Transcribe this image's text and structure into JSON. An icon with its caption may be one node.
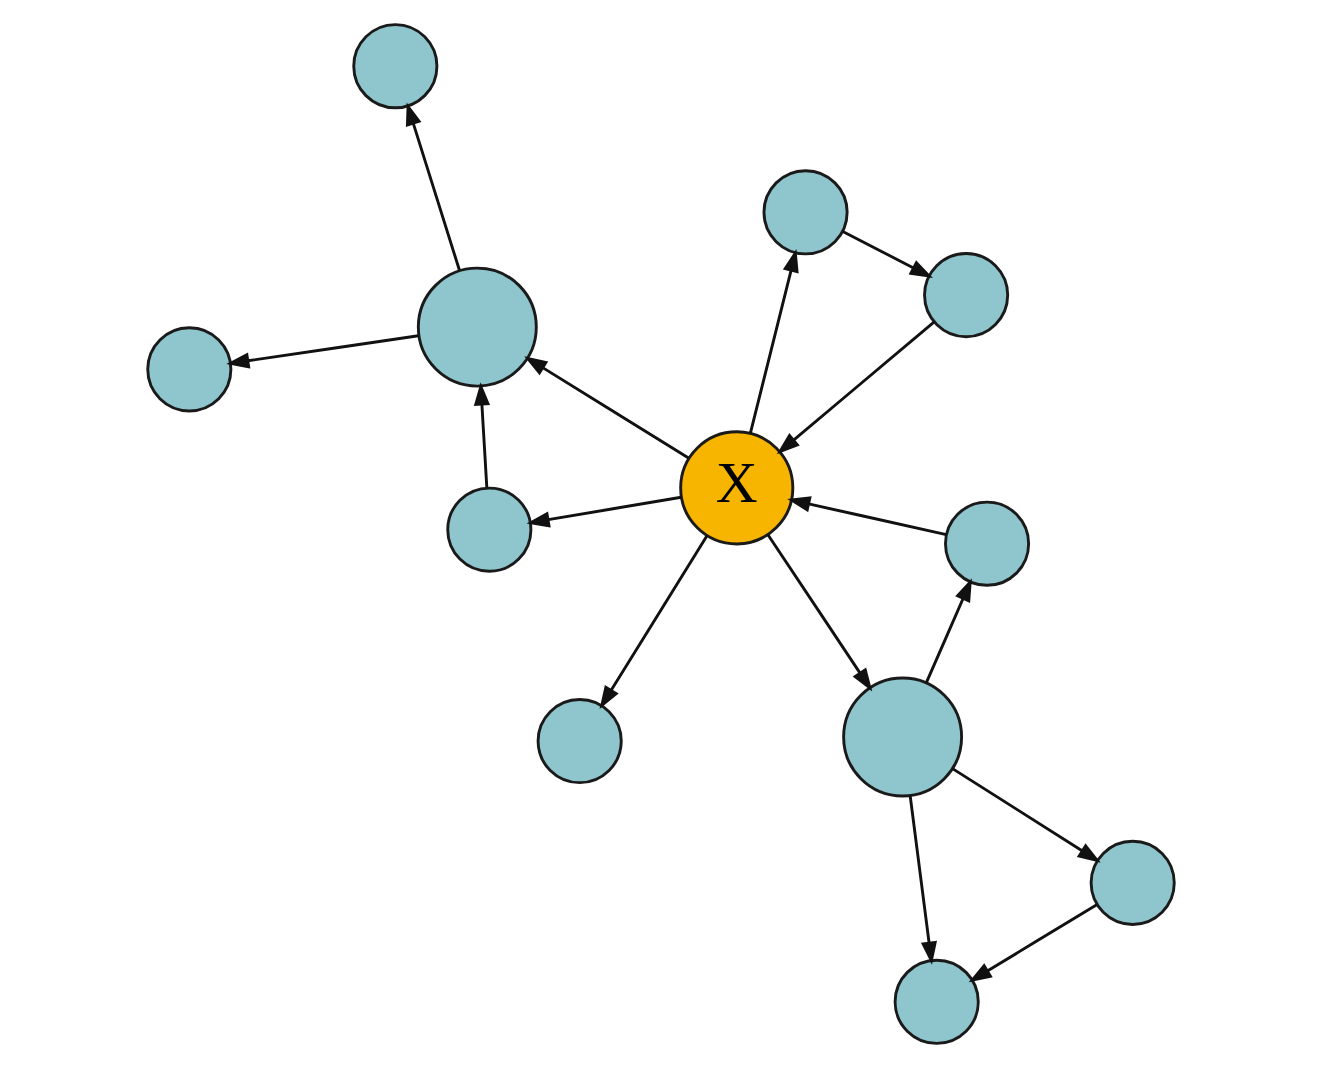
{
  "diagram": {
    "nodes": [
      {
        "text": [],
        "shape": "circle"
      },
      {
        "text": [],
        "shape": "circle"
      },
      {
        "text": [],
        "shape": "circle"
      },
      {
        "text": [],
        "shape": "circle"
      },
      {
        "text": [],
        "shape": "circle"
      },
      {
        "text": [
          "X"
        ]
      },
      {
        "text": [],
        "shape": "circle"
      },
      {
        "text": [],
        "shape": "circle"
      },
      {
        "text": [],
        "shape": "circle"
      },
      {
        "text": [],
        "shape": "circle"
      },
      {
        "text": [],
        "shape": "circle"
      },
      {
        "text": [],
        "shape": "circle"
      }
    ],
    "edges": [
      {
        "from": 4,
        "to": 1,
        "arrow": "to"
      },
      {
        "from": 1,
        "to": 5,
        "arrow": "to"
      },
      {
        "from": 5,
        "to": 4,
        "arrow": "to"
      },
      {
        "from": 5,
        "to": 2,
        "arrow": "to"
      },
      {
        "from": 2,
        "to": 0,
        "arrow": "to"
      },
      {
        "from": 2,
        "to": 3,
        "arrow": "to"
      },
      {
        "from": 6,
        "to": 2,
        "arrow": "to"
      },
      {
        "from": 5,
        "to": 6,
        "arrow": "to"
      },
      {
        "from": 5,
        "to": 8,
        "arrow": "to"
      },
      {
        "from": 5,
        "to": 7,
        "arrow": "to"
      },
      {
        "from": 10,
        "to": 5,
        "arrow": "to"
      },
      {
        "from": 7,
        "to": 9,
        "arrow": "to"
      },
      {
        "from": 7,
        "to": 11,
        "arrow": "to"
      },
      {
        "from": 7,
        "to": 10,
        "arrow": "to"
      },
      {
        "from": 9,
        "to": 11,
        "arrow": "to"
      }
    ]
  }
}
